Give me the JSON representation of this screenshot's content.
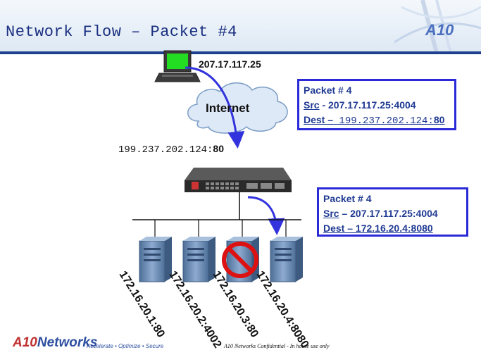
{
  "slide": {
    "title": "Network Flow – Packet #4",
    "header_logo": "A10"
  },
  "nodes": {
    "client_ip": "207.17.117.25",
    "cloud_label": "Internet",
    "vip_address": "199.237.202.124:",
    "vip_port": "80"
  },
  "packet_boxes": [
    {
      "heading": "Packet # 4",
      "src_label": "Src",
      "src_value": " - 207.17.117.25:4004",
      "dest_label": "Dest –",
      "dest_address": " 199.237.202.124:",
      "dest_port": "80"
    },
    {
      "heading": "Packet # 4",
      "src_label": "Src",
      "src_value": " – 207.17.117.25:4004",
      "dest_label": "Dest",
      "dest_value": " – 172.16.20.4:8080"
    }
  ],
  "servers": [
    {
      "label": "172.16.20.1:80",
      "status": "up"
    },
    {
      "label": "172.16.20.2:4002",
      "status": "up"
    },
    {
      "label": "172.16.20.3:80",
      "status": "blocked"
    },
    {
      "label": "172.16.20.4:8080",
      "status": "up"
    }
  ],
  "footer": {
    "logo_a10": "A10",
    "logo_networks": "Networks",
    "tagline": "Accelerate • Optimize • Secure",
    "confidential": "A10 Networks Confidential  -   In house use only"
  },
  "colors": {
    "title": "#1a2f80",
    "box_border": "#2a2ad8",
    "box_text": "#1f3a93",
    "arrow": "#3333dd",
    "block_red": "#dd1111",
    "server": "#6f8fb5"
  },
  "icons": [
    "computer-icon",
    "cloud-icon",
    "load-balancer-icon",
    "server-icon",
    "block-icon"
  ]
}
